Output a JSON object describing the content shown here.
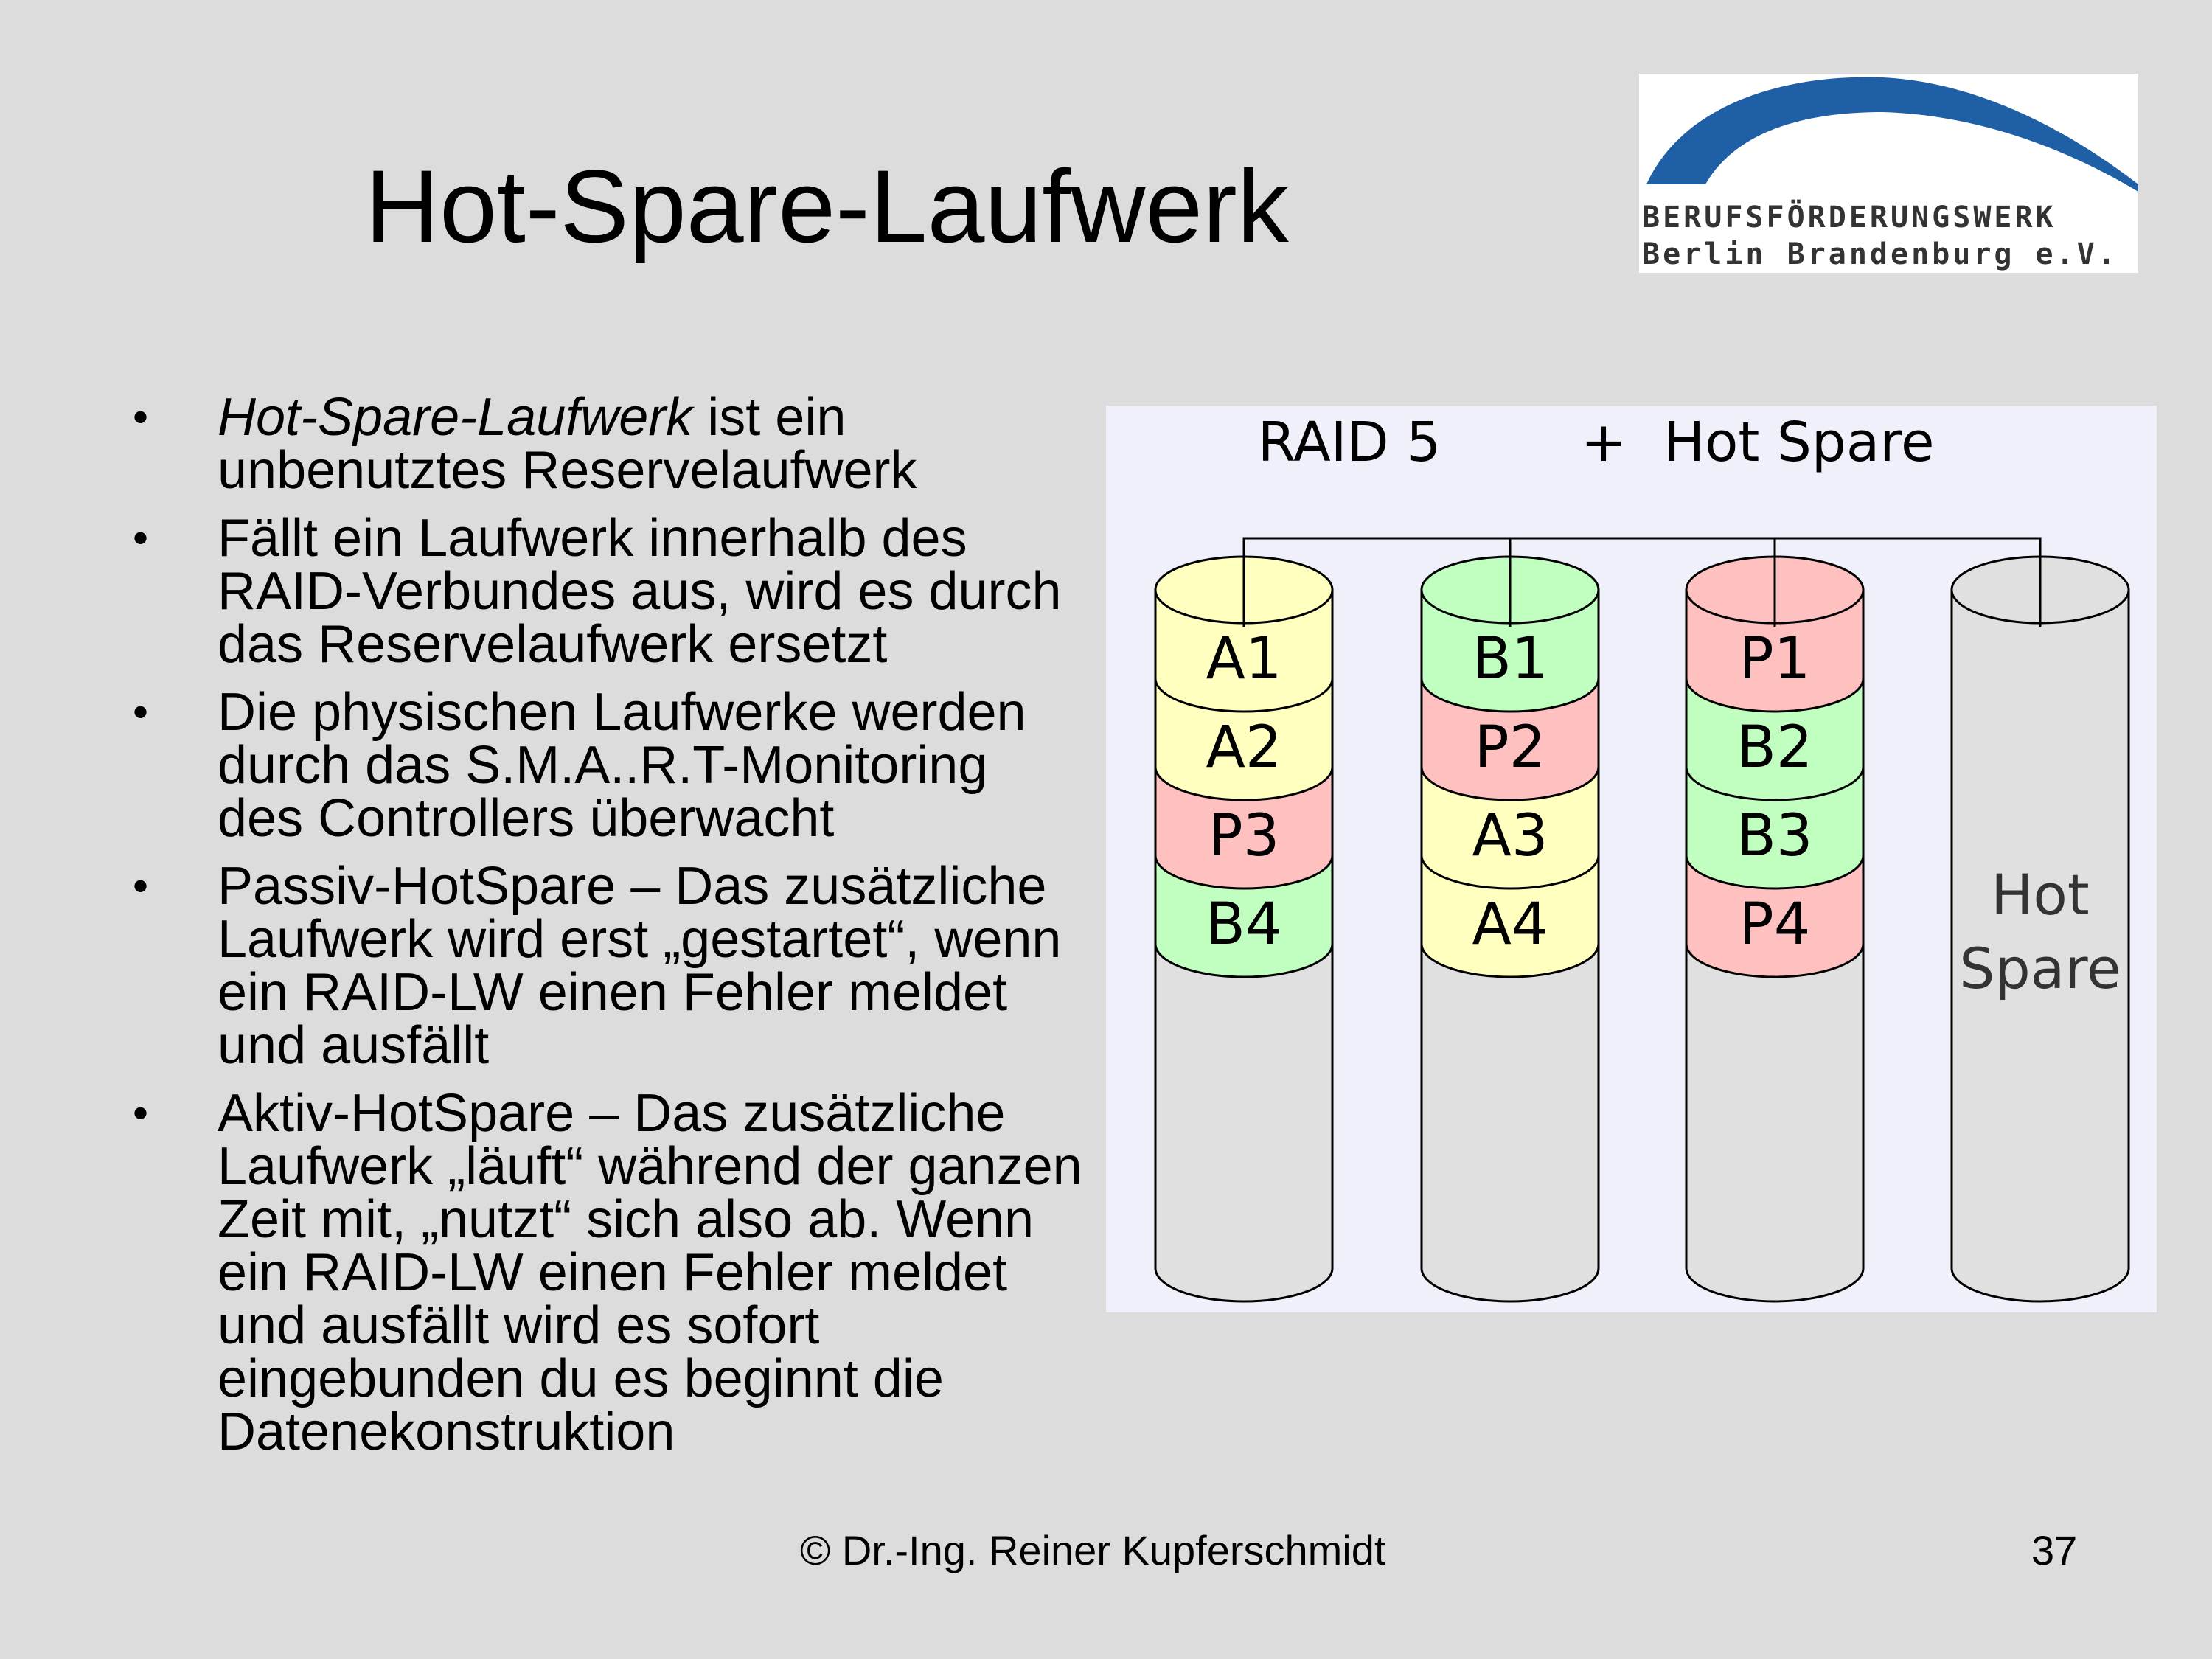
{
  "slide": {
    "title": "Hot-Spare-Laufwerk",
    "logo": {
      "line1": "BERUFSFÖRDERUNGSWERK",
      "line2": "Berlin Brandenburg e.V.",
      "brand_color": "#1f5fa6"
    },
    "bullets": [
      {
        "lead_italic": "Hot-Spare-Laufwerk",
        "text": " ist ein unbenutztes Reservelaufwerk"
      },
      {
        "lead_italic": "",
        "text": "Fällt ein Laufwerk innerhalb des RAID-Verbundes aus, wird es durch das Reservelaufwerk ersetzt"
      },
      {
        "lead_italic": "",
        "text": "Die physischen Laufwerke werden durch das S.M.A..R.T-Monitoring des Controllers überwacht"
      },
      {
        "lead_italic": "",
        "text": "Passiv-HotSpare – Das zusätzliche Laufwerk wird erst „gestartet“, wenn ein RAID-LW einen Fehler meldet und ausfällt"
      },
      {
        "lead_italic": "",
        "text": "Aktiv-HotSpare – Das zusätzliche Laufwerk „läuft“ während der ganzen Zeit mit, „nutzt“ sich also ab. Wenn ein RAID-LW einen Fehler meldet und ausfällt wird es sofort eingebunden du es beginnt die Datenekonstruktion"
      }
    ],
    "diagram": {
      "title_left": "RAID 5",
      "title_plus": "+",
      "title_right": "Hot Spare",
      "colors": {
        "yellow": "#ffffc0",
        "green": "#c0ffc0",
        "red": "#ffc0c0",
        "gray": "#e0e0e0",
        "background": "#f0f0fa"
      },
      "disks": [
        {
          "blocks": [
            {
              "label": "A1",
              "color": "yellow"
            },
            {
              "label": "A2",
              "color": "yellow"
            },
            {
              "label": "P3",
              "color": "red"
            },
            {
              "label": "B4",
              "color": "green"
            }
          ]
        },
        {
          "blocks": [
            {
              "label": "B1",
              "color": "green"
            },
            {
              "label": "P2",
              "color": "red"
            },
            {
              "label": "A3",
              "color": "yellow"
            },
            {
              "label": "A4",
              "color": "yellow"
            }
          ]
        },
        {
          "blocks": [
            {
              "label": "P1",
              "color": "red"
            },
            {
              "label": "B2",
              "color": "green"
            },
            {
              "label": "B3",
              "color": "green"
            },
            {
              "label": "P4",
              "color": "red"
            }
          ]
        }
      ],
      "hot_spare_label": [
        "Hot",
        "Spare"
      ]
    },
    "footer": "© Dr.-Ing. Reiner Kupferschmidt",
    "page_number": "37"
  }
}
